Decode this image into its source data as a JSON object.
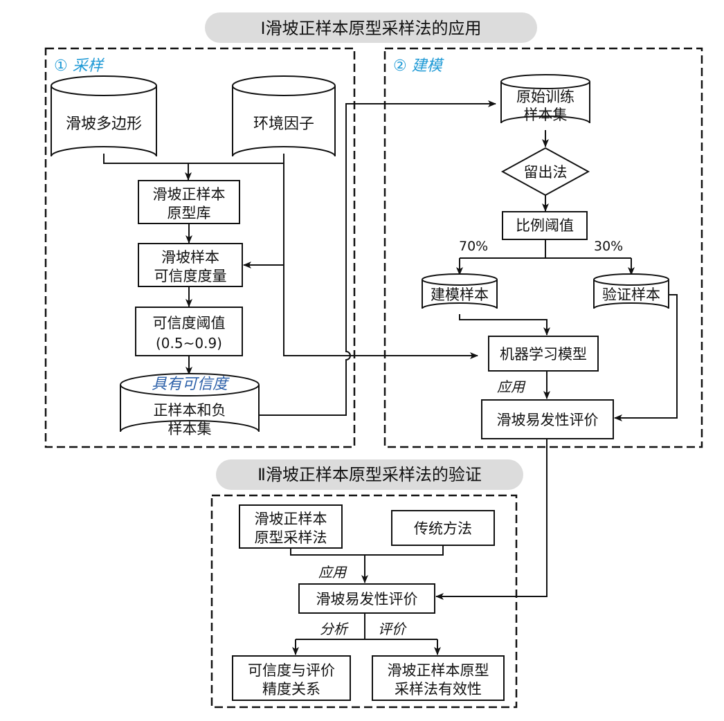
{
  "section1_title": "Ⅰ滑坡正样本原型采样法的应用",
  "section2_title": "Ⅱ滑坡正样本原型采样法的验证",
  "panel_sampling": {
    "title": "① 采样"
  },
  "panel_modeling": {
    "title": "② 建模"
  },
  "nodes": {
    "landslide_polygons": "滑坡多边形",
    "env_factors": "环境因子",
    "prototype_lib": [
      "滑坡正样本",
      "原型库"
    ],
    "credibility_measure": [
      "滑坡样本",
      "可信度度量"
    ],
    "credibility_threshold": [
      "可信度阈值",
      "(0.5~0.9)"
    ],
    "credible_label": "具有可信度",
    "sample_sets": [
      "正样本和负",
      "样本集"
    ],
    "raw_training": [
      "原始训练",
      "样本集"
    ],
    "holdout": "留出法",
    "ratio_threshold": "比例阈值",
    "modeling_samples": "建模样本",
    "validation_samples": "验证样本",
    "ml_model": "机器学习模型",
    "susceptibility_1": "滑坡易发性评价",
    "proto_method": [
      "滑坡正样本",
      "原型采样法"
    ],
    "traditional": "传统方法",
    "susceptibility_2": "滑坡易发性评价",
    "relation": [
      "可信度与评价",
      "精度关系"
    ],
    "effectiveness": [
      "滑坡正样本原型",
      "采样法有效性"
    ]
  },
  "edge_labels": {
    "pct_70": "70%",
    "pct_30": "30%",
    "apply_1": "应用",
    "apply_2": "应用",
    "analyze": "分析",
    "evaluate": "评价"
  }
}
